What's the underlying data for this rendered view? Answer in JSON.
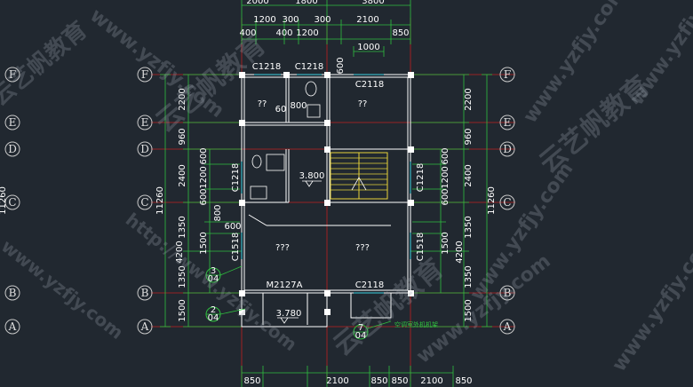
{
  "axes": [
    "F",
    "E",
    "D",
    "C",
    "B",
    "A"
  ],
  "left_total": "11260",
  "right_total": "11260",
  "vertical_dims": {
    "outer": [
      "2200",
      "960",
      "2400",
      "1350",
      "1350",
      "1500"
    ],
    "inner_left": [
      "600",
      "1200",
      "600",
      "1500",
      "4200"
    ],
    "inner_right": [
      "600",
      "1200",
      "600",
      "1500",
      "4200"
    ]
  },
  "top_dims": {
    "row1": [
      "1200",
      "300",
      "300",
      "2100"
    ],
    "row2": [
      "400",
      "400",
      "1200",
      "850"
    ],
    "top_partial": [
      "2000",
      "1800",
      "3800"
    ],
    "window_top": "1000"
  },
  "bottom_dims": [
    "850",
    "2100",
    "850",
    "850",
    "2100",
    "850"
  ],
  "windows": {
    "c1218_a": "C1218",
    "c1218_b": "C1218",
    "c2118_top": "C2118",
    "c1218_left": "C1218",
    "c1218_right": "C1218",
    "c1518_left": "C1518",
    "c1518_right": "C1518",
    "c2118_bottom": "C2118",
    "door_main": "M2127A"
  },
  "rooms": {
    "r1": "??",
    "r2": "??",
    "r3": "???",
    "r4": "???"
  },
  "small_dims": {
    "d60": "60",
    "d800a": "800",
    "d800b": "800",
    "d600": "600",
    "d600b": "600"
  },
  "elevations": {
    "stair": "3.800",
    "entry": "3.780"
  },
  "detail_refs": {
    "ref1_top": "3",
    "ref1_bottom": "04",
    "ref2_top": "2",
    "ref2_bottom": "04",
    "ref3_top": "7",
    "ref3_bottom": "04"
  },
  "note": "空调室外机机架",
  "watermarks": {
    "brand": "云艺帆教育",
    "url": "www.yzfjy.com",
    "url2": "http://www.yzfjy.com"
  }
}
